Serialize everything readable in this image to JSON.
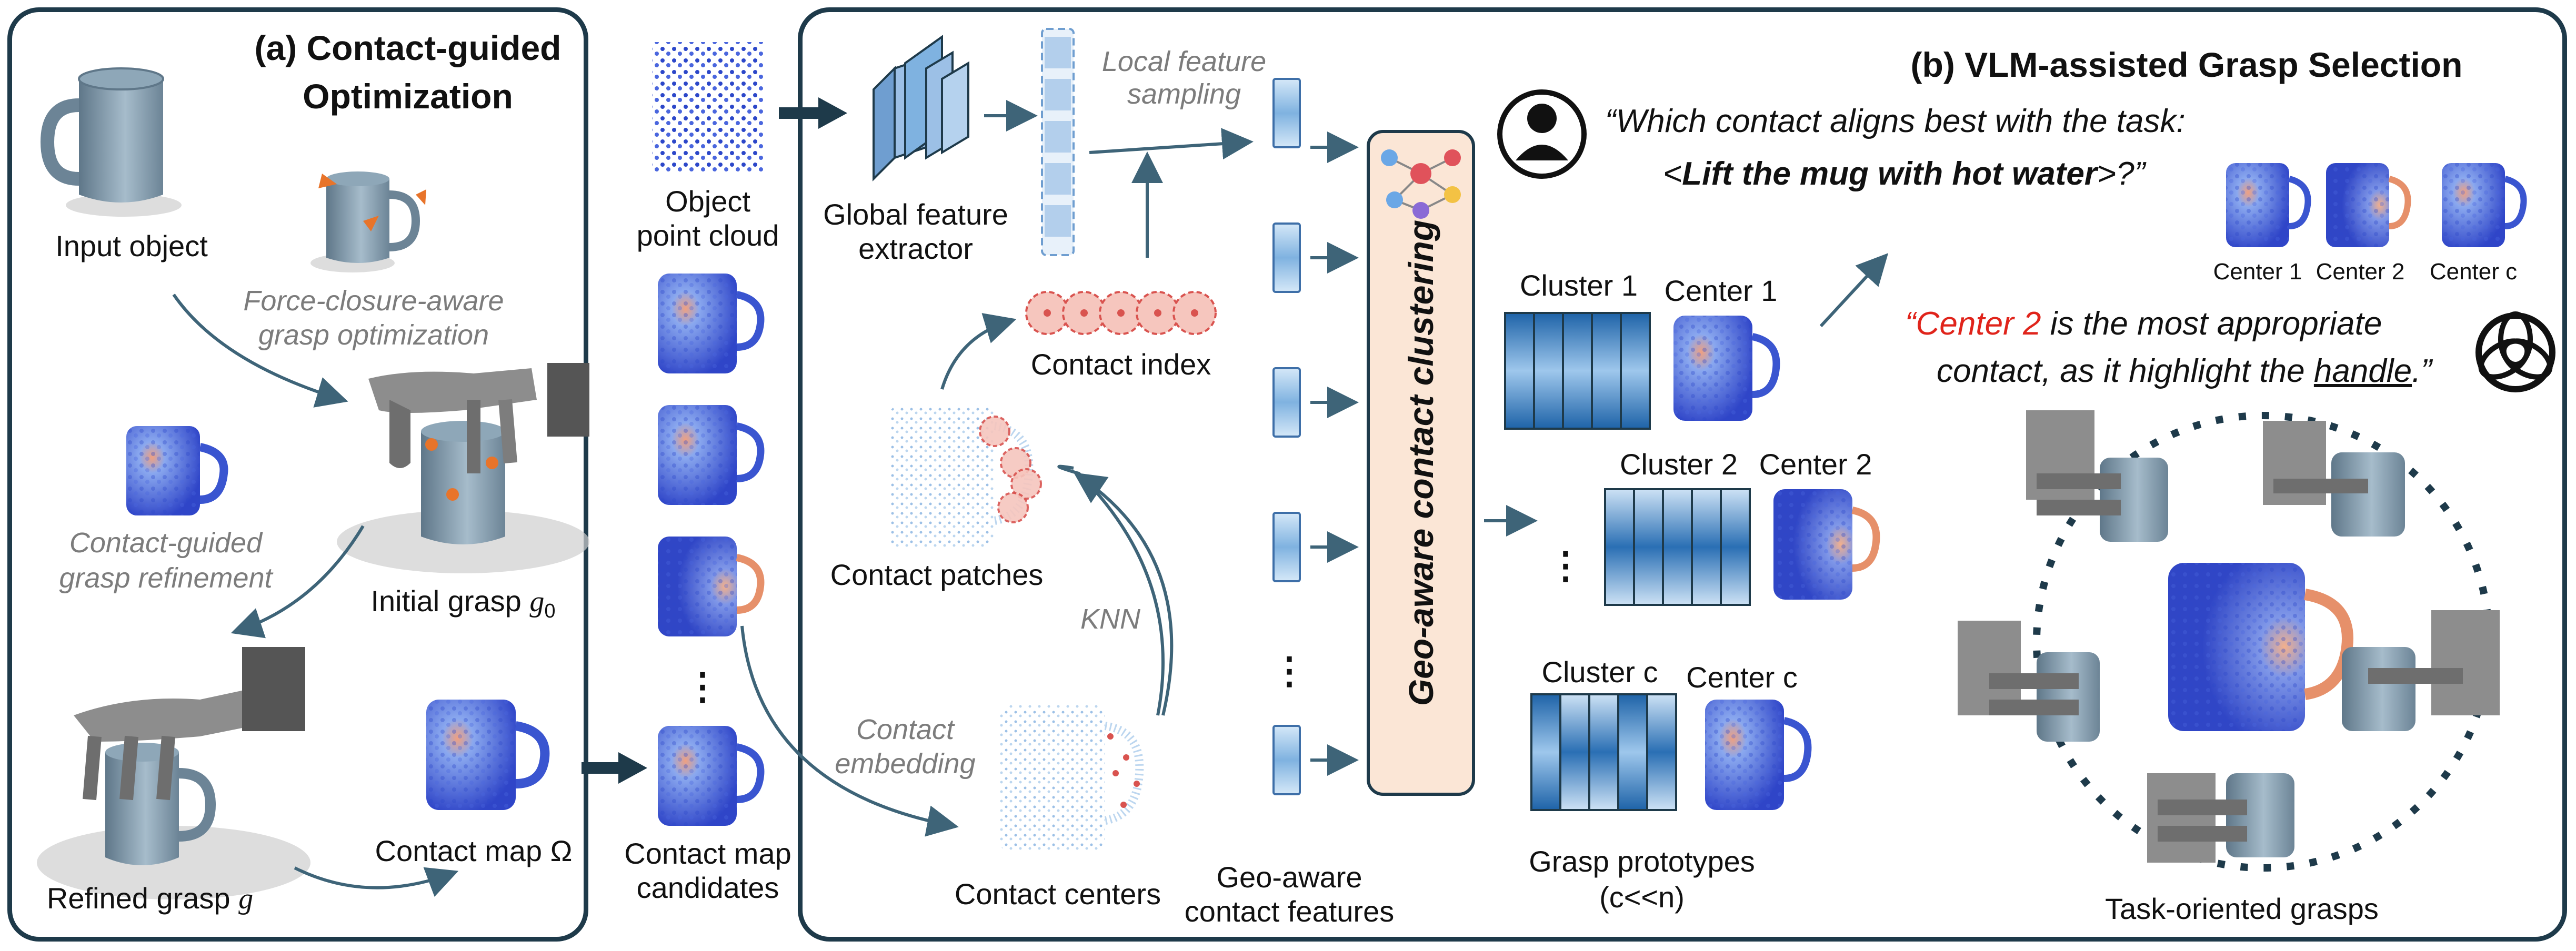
{
  "panel_a": {
    "title_line1": "(a) Contact-guided",
    "title_line2": "Optimization",
    "input_object": "Input object",
    "force_closure_line1": "Force-closure-aware",
    "force_closure_line2": "grasp optimization",
    "contact_guided_line1": "Contact-guided",
    "contact_guided_line2": "grasp refinement",
    "initial_grasp": "Initial grasp ",
    "initial_grasp_symbol": "g",
    "initial_grasp_sub": "0",
    "refined_grasp": "Refined grasp ",
    "refined_grasp_symbol": "g",
    "contact_map": "Contact map Ω"
  },
  "middle": {
    "object_pc_line1": "Object",
    "object_pc_line2": "point cloud",
    "cm_candidates_line1": "Contact map",
    "cm_candidates_line2": "candidates",
    "ellipsis": "⋮"
  },
  "panel_b": {
    "title": "(b) VLM-assisted Grasp Selection",
    "global_feature_line1": "Global feature",
    "global_feature_line2": "extractor",
    "local_sampling_line1": "Local feature",
    "local_sampling_line2": "sampling",
    "contact_index": "Contact index",
    "contact_patches": "Contact patches",
    "knn": "KNN",
    "contact_embedding_line1": "Contact",
    "contact_embedding_line2": "embedding",
    "contact_centers": "Contact centers",
    "geo_features_line1": "Geo-aware",
    "geo_features_line2": "contact features",
    "clustering": "Geo-aware contact clustering",
    "cluster_1": "Cluster 1",
    "center_1": "Center 1",
    "cluster_2": "Cluster 2",
    "center_2": "Center 2",
    "cluster_c": "Cluster c",
    "center_c": "Center c",
    "ellipsis": "⋮",
    "prototypes_line1": "Grasp prototypes",
    "prototypes_line2": "(c<<n)",
    "question_line1": "“Which contact aligns best with the task:",
    "question_pre": "<",
    "question_task": "Lift the mug with hot water",
    "question_post": ">?”",
    "answer_open": "“",
    "answer_highlight": "Center 2",
    "answer_rest": " is the most appropriate",
    "answer_line2_pre": "contact, as it highlight the ",
    "answer_handle": "handle",
    "answer_line2_post": ".”",
    "thumb_center_1": "Center 1",
    "thumb_center_2": "Center 2",
    "thumb_center_c": "Center c",
    "task_grasps": "Task-oriented grasps"
  },
  "colors": {
    "border": "#1e3a4a",
    "arrow": "#3e6478",
    "highlight_red": "#e0241b",
    "cluster_box": "#fbe6d6",
    "feature_blue": "#7fb2e0"
  }
}
